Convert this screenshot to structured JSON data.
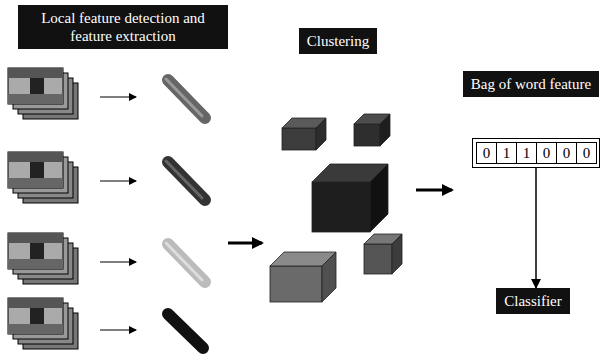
{
  "diagram": {
    "nodes": [
      {
        "text": [
          "Local feature detection and feature extraction"
        ]
      },
      {
        "text": [
          "Clustering"
        ]
      },
      {
        "text": [
          "Bag of word feature"
        ]
      },
      {
        "text": [
          "0",
          "1",
          "1",
          "0",
          "0",
          "0"
        ]
      },
      {
        "text": [
          "Classifier"
        ]
      }
    ],
    "edges": [
      {
        "from": 3,
        "to": 4,
        "arrow": "to"
      }
    ]
  }
}
